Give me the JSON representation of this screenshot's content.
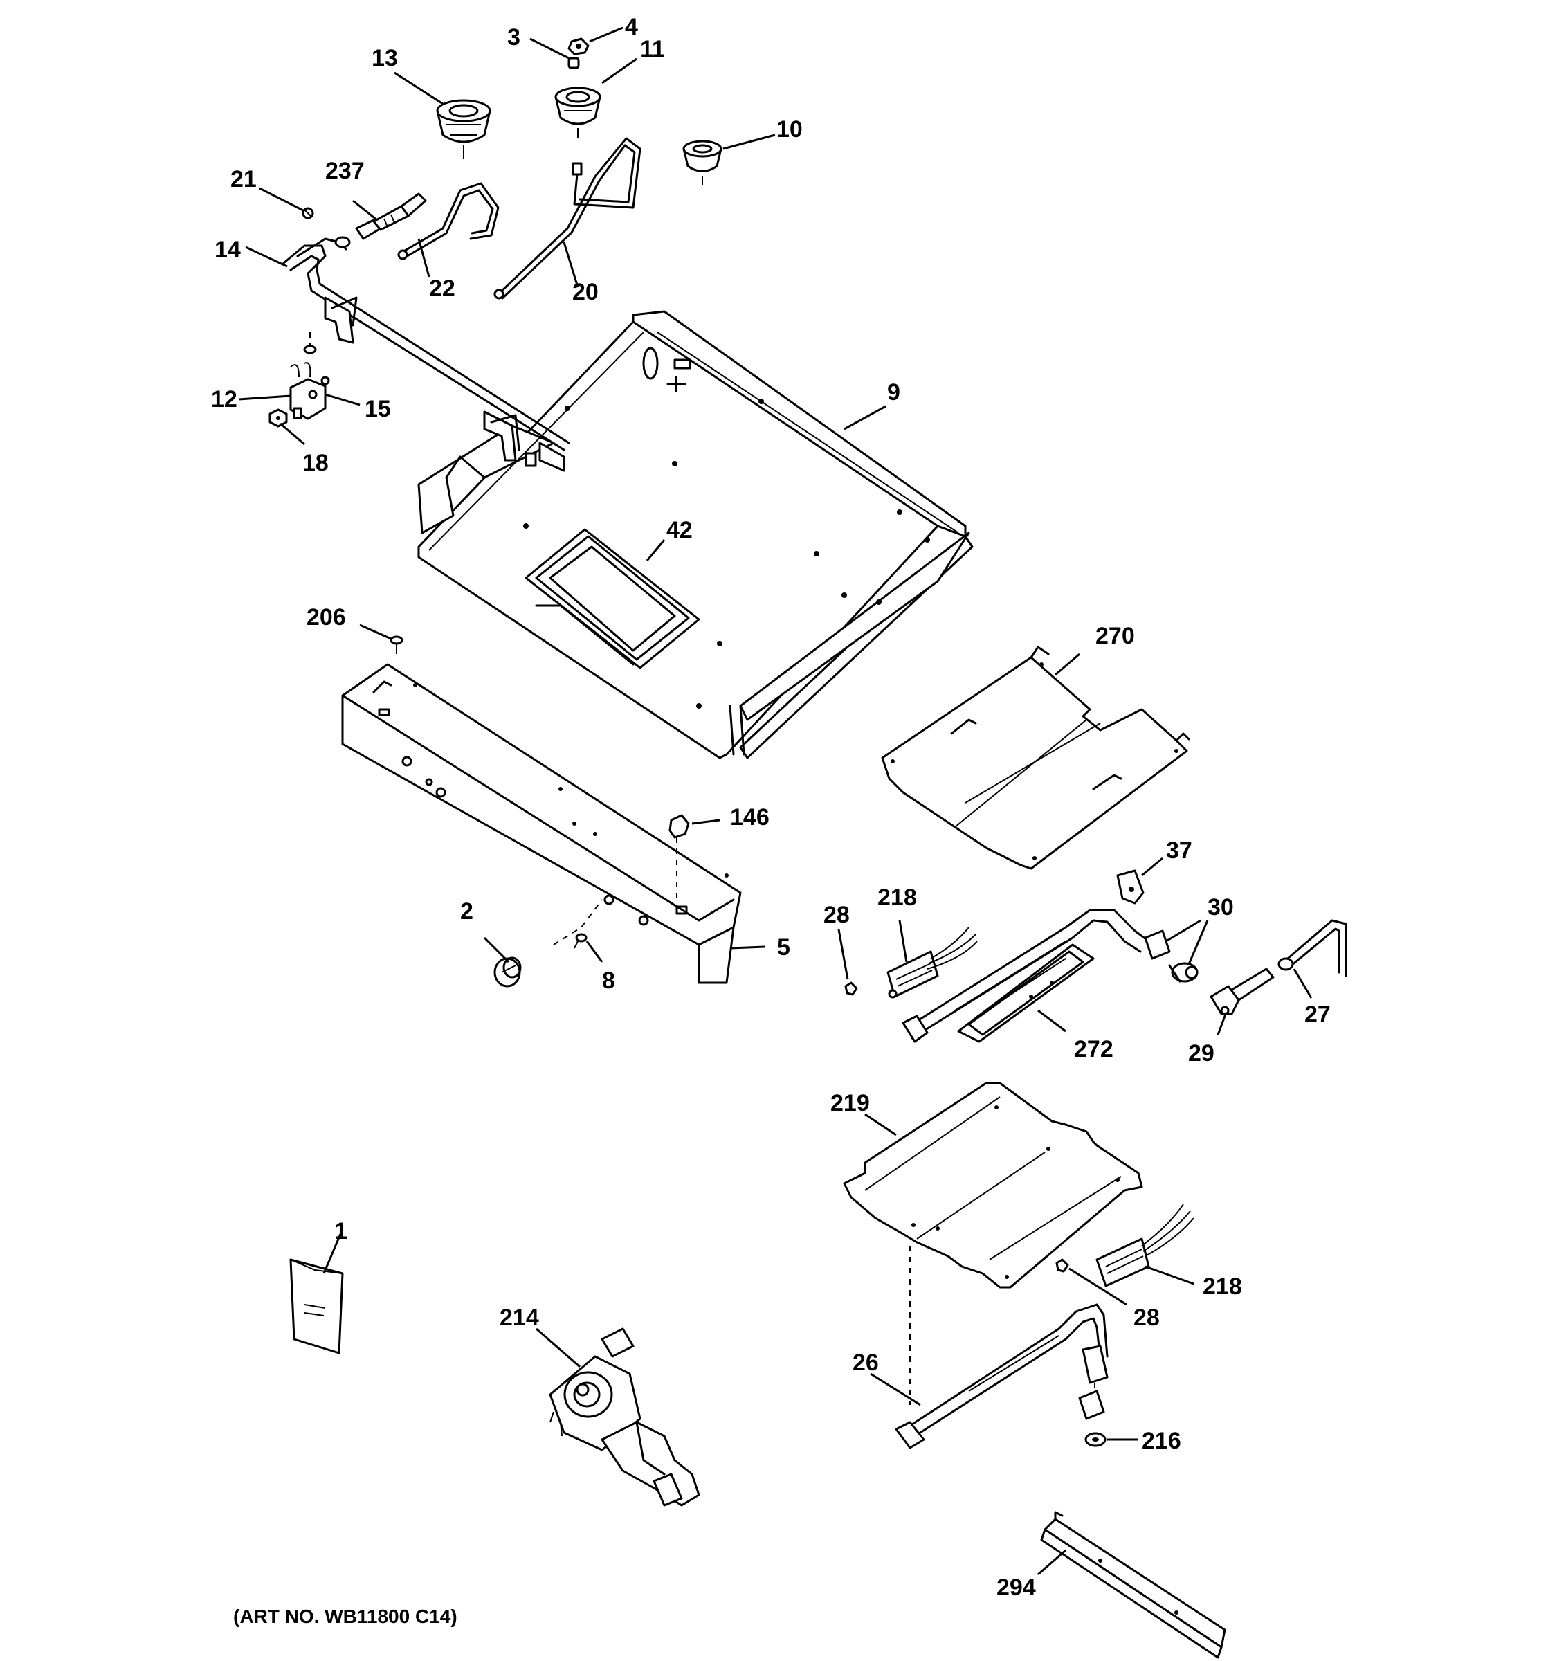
{
  "diagram": {
    "art_number": "(ART NO. WB11800 C14)",
    "callouts": {
      "c1": "1",
      "c2": "2",
      "c3": "3",
      "c4": "4",
      "c5": "5",
      "c8": "8",
      "c9": "9",
      "c10": "10",
      "c11": "11",
      "c12": "12",
      "c13": "13",
      "c14": "14",
      "c15": "15",
      "c18": "18",
      "c20": "20",
      "c21": "21",
      "c22": "22",
      "c26": "26",
      "c27": "27",
      "c28a": "28",
      "c28b": "28",
      "c29": "29",
      "c30": "30",
      "c37": "37",
      "c42": "42",
      "c146": "146",
      "c206": "206",
      "c214": "214",
      "c216": "216",
      "c218a": "218",
      "c218b": "218",
      "c219": "219",
      "c237": "237",
      "c270": "270",
      "c272": "272",
      "c294": "294"
    }
  }
}
